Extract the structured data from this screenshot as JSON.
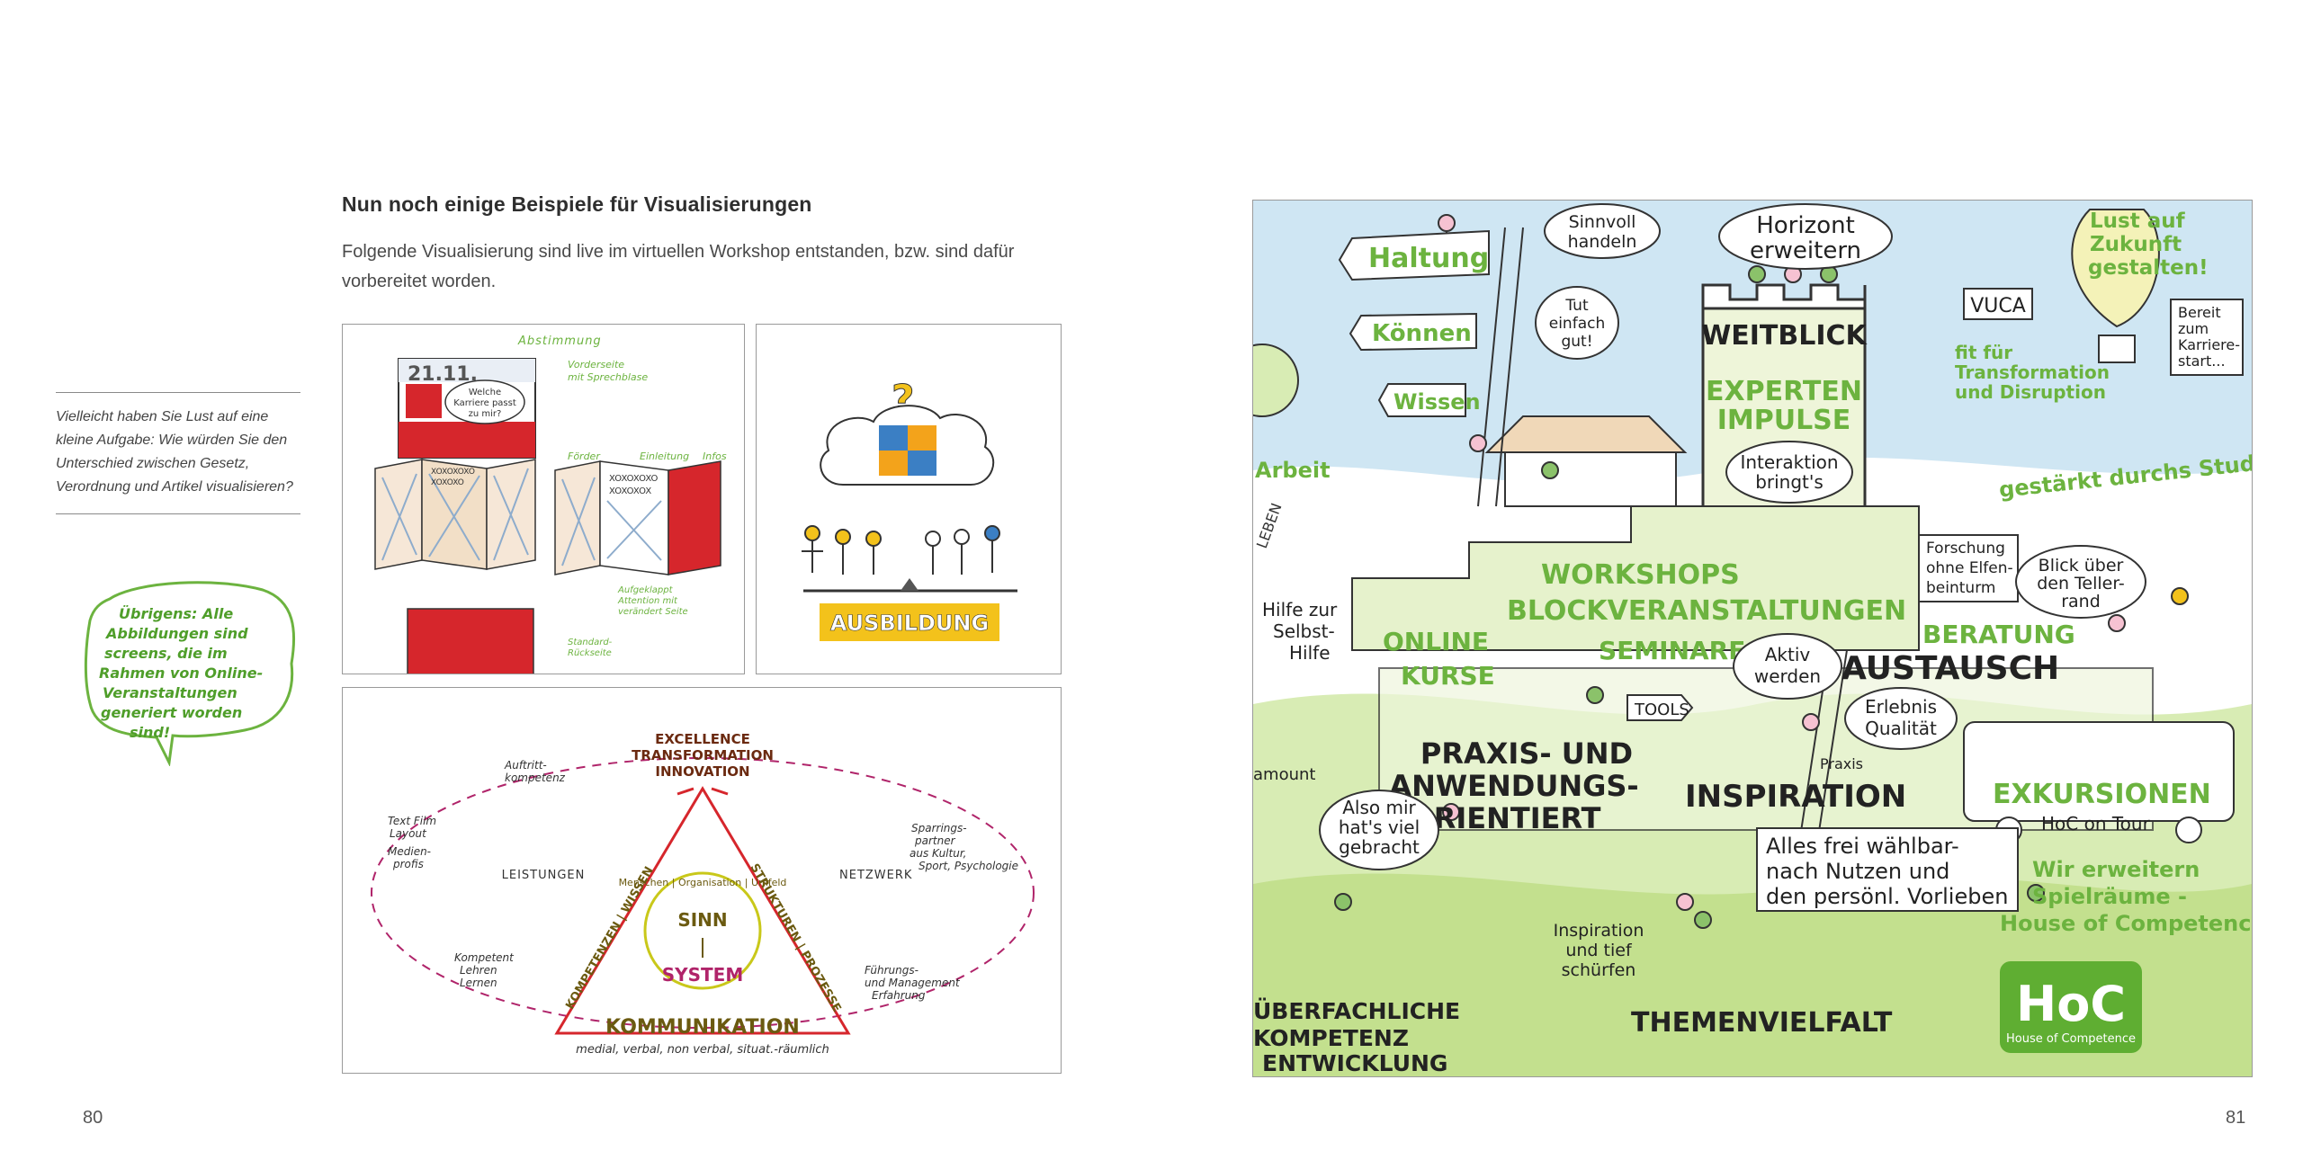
{
  "page": {
    "heading": "Nun noch einige Beispiele für Visualisierungen",
    "intro": "Folgende Visualisierung sind live im virtuellen Workshop entstanden, bzw. sind dafür vorbereitet worden.",
    "sidenote": "Vielleicht haben Sie Lust auf eine kleine Aufgabe: Wie würden Sie den Unterschied zwischen Gesetz, Verordnung und Artikel visualisieren?",
    "left_page_number": "80",
    "right_page_number": "81"
  },
  "bubble_note": [
    "Übrigens: Alle",
    "Abbildungen sind",
    "screens, die im",
    "Rahmen von Online-",
    "Veranstaltungen",
    "generiert worden",
    "sind!"
  ],
  "sketch_flyer": {
    "title": "Abstimmung",
    "date": "21.11.",
    "bubble": [
      "Welche",
      "Karriere passt",
      "zu mir?"
    ],
    "n_vorderseite": [
      "Vorderseite",
      "mit Sprechblase"
    ],
    "n_foerder": "Förder",
    "n_einleitung": "Einleitung",
    "n_infos": "Infos",
    "xo_1": [
      "XOXOXOXO",
      "XOXOXO"
    ],
    "xo_2": [
      "XOXOXOXO",
      "XOXOXOX"
    ],
    "n_aufgeklappt": [
      "Aufgeklappt",
      "Attention mit",
      "verändert Seite"
    ],
    "n_standard": [
      "Standard-",
      "Rückseite"
    ]
  },
  "sketch_ausbildung": {
    "question": "?",
    "label": "AUSBILDUNG"
  },
  "sketch_triangle": {
    "top": [
      "EXCELLENCE",
      "TRANSFORMATION",
      "INNOVATION"
    ],
    "left_side": "KOMPETENZEN | WISSEN",
    "right_side": "STRUKTUREN | PROZESSE",
    "inner_top": "Menschen | Organisation | Umfeld",
    "sinn": "SINN",
    "system": "SYSTEM",
    "bottom": "KOMMUNIKATION",
    "bottom_sub": "medial, verbal, non verbal, situat.-räumlich",
    "leistungen": "LEISTUNGEN",
    "netzwerk": "NETZWERK",
    "auftritt": [
      "Auftritt-",
      "kompetenz"
    ],
    "medien": [
      "Text Film",
      "Layout",
      "Medien-",
      "profis"
    ],
    "kompetent": [
      "Kompetent",
      "Lehren",
      "Lernen"
    ],
    "sparring": [
      "Sparrings-",
      "partner",
      "aus Kultur,",
      "Sport, Psychologie"
    ],
    "fuehrung": [
      "Führungs-",
      "und Management",
      "Erfahrung"
    ]
  },
  "hoc_poster": {
    "haltung": "Haltung",
    "koennen": "Können",
    "wissen": "Wissen",
    "arbeit": "Arbeit",
    "leben": "LEBEN",
    "sinnvoll": [
      "Sinnvoll",
      "handeln"
    ],
    "tut_gut": [
      "Tut",
      "einfach",
      "gut!"
    ],
    "horizont": [
      "Horizont",
      "erweitern"
    ],
    "weitblick": "WEITBLICK",
    "experten": [
      "EXPERTEN",
      "IMPULSE"
    ],
    "interaktion": [
      "Interaktion",
      "bringt's"
    ],
    "vuca": "VUCA",
    "fit": [
      "fit für",
      "Transformation",
      "und Disruption"
    ],
    "lust": [
      "Lust auf",
      "Zukunft",
      "gestalten!"
    ],
    "bereit": [
      "Bereit",
      "zum",
      "Karriere-",
      "start..."
    ],
    "gestaerkt": "gestärkt durchs Studium",
    "forschung": [
      "Forschung",
      "ohne Elfen-",
      "beinturm"
    ],
    "blick": [
      "Blick über",
      "den Teller-",
      "rand"
    ],
    "beratung": "BERATUNG",
    "workshops": "WORKSHOPS",
    "block": "BLOCKVERANSTALTUNGEN",
    "seminare": "SEMINARE",
    "aktiv": [
      "Aktiv",
      "werden"
    ],
    "austausch": "AUSTAUSCH",
    "online": [
      "ONLINE",
      "KURSE"
    ],
    "hilfe": [
      "Hilfe zur",
      "Selbst-",
      "Hilfe"
    ],
    "tools": "TOOLS",
    "erlebnis": [
      "Erlebnis",
      "Qualität"
    ],
    "praxis_small": "Praxis",
    "praxis": [
      "PRAXIS- UND",
      "ANWENDUNGS-",
      "ORIENTIERT"
    ],
    "inspiration": "INSPIRATION",
    "exkursionen": "EXKURSIONEN",
    "hoc_on_tour": "HoC on Tour",
    "also": [
      "Also mir",
      "hat's viel",
      "gebracht"
    ],
    "alles": [
      "Alles frei wählbar-",
      "nach Nutzen und",
      "den persönl. Vorlieben"
    ],
    "wir": [
      "Wir erweitern",
      "Spielräume -",
      "House of Competence"
    ],
    "inspiration_tief": [
      "Inspiration",
      "und tief",
      "schürfen"
    ],
    "themenvielfalt": "THEMENVIELFALT",
    "ueberfachliche": [
      "ÜBERFACHLICHE",
      "KOMPETENZ",
      "ENTWICKLUNG"
    ],
    "amount": "amount",
    "logo_text": "HoC",
    "logo_sub": "House of Competence"
  },
  "colors": {
    "sketch_green": "#6cb33f",
    "logo_green": "#5fae32",
    "sketch_red": "#d6262c",
    "accent_yellow": "#f3c21b",
    "sky_blue": "#cfe6f3",
    "ink": "#1e1e1e",
    "magenta": "#b0246a"
  }
}
